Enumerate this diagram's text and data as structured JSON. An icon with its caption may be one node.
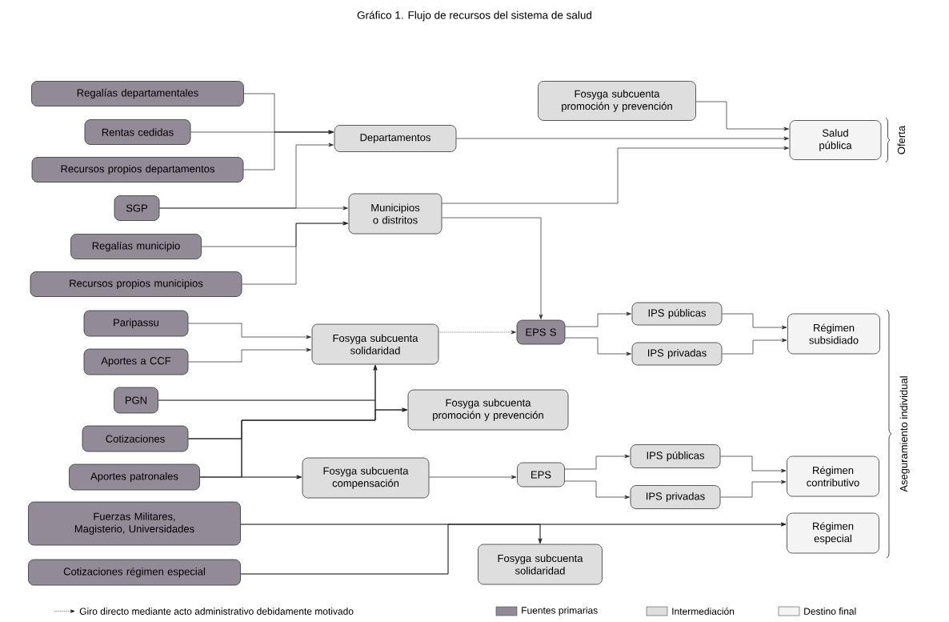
{
  "diagram": {
    "title": "Gráfico 1. Flujo de recursos del sistema de salud",
    "nodes": [
      {
        "text": [
          "Regalías departamentales"
        ]
      },
      {
        "text": [
          "Rentas cedidas"
        ]
      },
      {
        "text": [
          "Recursos propios departamentos"
        ]
      },
      {
        "text": [
          "SGP"
        ]
      },
      {
        "text": [
          "Regalías municipio"
        ]
      },
      {
        "text": [
          "Recursos propios municipios"
        ]
      },
      {
        "text": [
          "Departamentos"
        ]
      },
      {
        "text": [
          "Municipios o distritos"
        ]
      },
      {
        "text": [
          "Fosyga subcuenta promoción y prevención"
        ]
      },
      {
        "text": [
          "Salud pública"
        ],
        "beside": [
          "Oferta"
        ]
      },
      {
        "text": [
          "EPS S"
        ]
      },
      {
        "text": [
          "IPS públicas"
        ]
      },
      {
        "text": [
          "IPS privadas"
        ]
      },
      {
        "text": [
          "Régimen subsidiado"
        ]
      },
      {
        "text": [
          "Paripassu"
        ]
      },
      {
        "text": [
          "Aportes a CCF"
        ]
      },
      {
        "text": [
          "Fosyga subcuenta solidaridad"
        ]
      },
      {
        "text": [
          "PGN"
        ]
      },
      {
        "text": [
          "Fosyga subcuenta promoción y prevención"
        ]
      },
      {
        "text": [
          "Cotizaciones"
        ]
      },
      {
        "text": [
          "Aportes patronales"
        ]
      },
      {
        "text": [
          "Fosyga subcuenta compensación"
        ]
      },
      {
        "text": [
          "EPS"
        ]
      },
      {
        "text": [
          "IPS públicas"
        ]
      },
      {
        "text": [
          "IPS privadas"
        ]
      },
      {
        "text": [
          "Régimen contributivo"
        ]
      },
      {
        "text": [
          "Fuerzas Militares, Magisterio, Universidades"
        ]
      },
      {
        "text": [
          "Cotizaciones régimen especial"
        ]
      },
      {
        "text": [
          "Régimen especial"
        ]
      },
      {
        "text": [
          "Fosyga subcuenta solidaridad"
        ]
      }
    ],
    "edges": [
      {
        "from": 0,
        "to": 6,
        "arrow": "to"
      },
      {
        "from": 1,
        "to": 6,
        "arrow": "to"
      },
      {
        "from": 2,
        "to": 6,
        "arrow": "to"
      },
      {
        "from": 3,
        "to": 6,
        "arrow": "to"
      },
      {
        "from": 3,
        "to": 7,
        "arrow": "to"
      },
      {
        "from": 4,
        "to": 7,
        "arrow": "to"
      },
      {
        "from": 5,
        "to": 7,
        "arrow": "to"
      },
      {
        "from": 6,
        "to": 9,
        "arrow": "to"
      },
      {
        "from": 8,
        "to": 9,
        "arrow": "to"
      },
      {
        "from": 7,
        "to": 9,
        "arrow": "to"
      },
      {
        "from": 7,
        "to": 10,
        "arrow": "to"
      },
      {
        "from": 14,
        "to": 16,
        "arrow": "to"
      },
      {
        "from": 15,
        "to": 16,
        "arrow": "to"
      },
      {
        "from": 16,
        "to": 10,
        "arrow": "to",
        "style": "dashed"
      },
      {
        "from": 10,
        "to": 11,
        "arrow": "to"
      },
      {
        "from": 10,
        "to": 12,
        "arrow": "to"
      },
      {
        "from": 11,
        "to": 13,
        "arrow": "to"
      },
      {
        "from": 12,
        "to": 13,
        "arrow": "to"
      },
      {
        "from": 17,
        "to": 16,
        "arrow": "to"
      },
      {
        "from": 17,
        "to": 18,
        "arrow": "to"
      },
      {
        "from": 19,
        "to": 16,
        "arrow": "to"
      },
      {
        "from": 19,
        "to": 18,
        "arrow": "to"
      },
      {
        "from": 19,
        "to": 21,
        "arrow": "to"
      },
      {
        "from": 20,
        "to": 16,
        "arrow": "to"
      },
      {
        "from": 20,
        "to": 18,
        "arrow": "to"
      },
      {
        "from": 20,
        "to": 21,
        "arrow": "to"
      },
      {
        "from": 21,
        "to": 22,
        "arrow": "to"
      },
      {
        "from": 22,
        "to": 23,
        "arrow": "to"
      },
      {
        "from": 22,
        "to": 24,
        "arrow": "to"
      },
      {
        "from": 23,
        "to": 25,
        "arrow": "to"
      },
      {
        "from": 24,
        "to": 25,
        "arrow": "to"
      },
      {
        "from": 26,
        "to": 28,
        "arrow": "to"
      },
      {
        "from": 26,
        "to": 29,
        "arrow": "to"
      },
      {
        "from": 27,
        "to": 28,
        "arrow": "to"
      },
      {
        "from": 27,
        "to": 29,
        "arrow": "to"
      }
    ],
    "labels": [
      "Aseguramiento individual"
    ],
    "legend": [
      {
        "text": "Giro directo mediante acto administrativo debidamente motivado"
      },
      {
        "text": "Fuentes primarias",
        "color": "#938a97"
      },
      {
        "text": "Intermediación",
        "color": "#dedede"
      },
      {
        "text": "Destino final",
        "color": "#f4f4f4"
      }
    ]
  }
}
